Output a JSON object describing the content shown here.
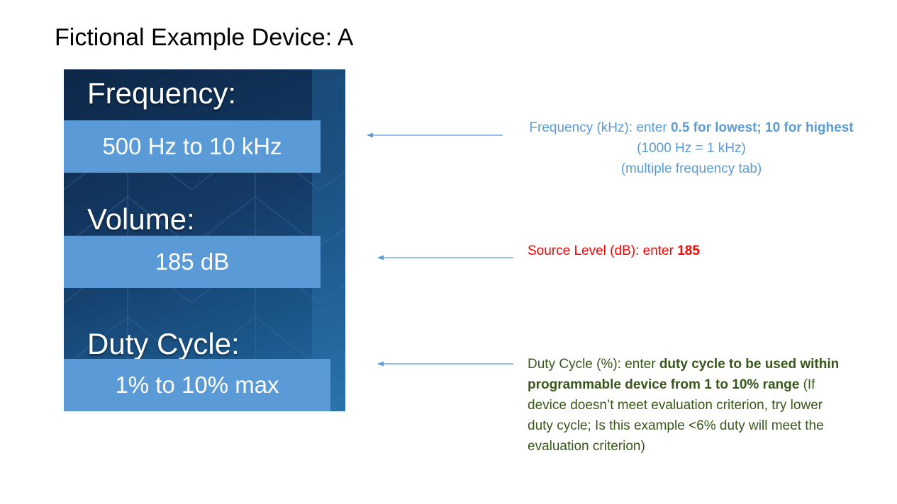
{
  "title": "Fictional Example Device: A",
  "panel": {
    "frequency_label": "Frequency:",
    "frequency_value": "500 Hz to 10 kHz",
    "volume_label": "Volume:",
    "volume_value": "185 dB",
    "duty_label": "Duty Cycle:",
    "duty_value": "1% to 10% max"
  },
  "notes": {
    "frequency": {
      "prefix": "Frequency (kHz): enter ",
      "bold": "0.5 for lowest; 10 for highest",
      "line2": "(1000 Hz = 1 kHz)",
      "line3": "(multiple frequency tab)"
    },
    "volume": {
      "prefix": "Source Level (dB): enter ",
      "bold": "185"
    },
    "duty": {
      "prefix": "Duty Cycle (%): enter ",
      "bold": "duty cycle to be used within programmable device from 1 to 10% range",
      "rest": " (If device doesn’t meet evaluation criterion, try lower duty cycle; Is this example <6% duty will meet the evaluation criterion)"
    }
  },
  "colors": {
    "frequency_note": "#5b9bd5",
    "volume_note": "#ff0000",
    "duty_note": "#38571a",
    "panel_box": "#5a9ad6",
    "panel_bg": "#143b66"
  }
}
